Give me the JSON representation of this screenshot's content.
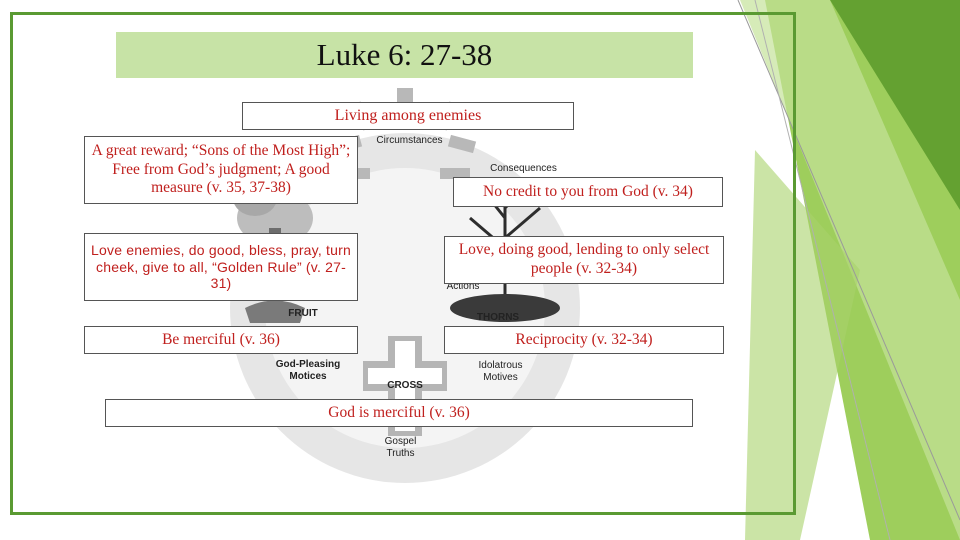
{
  "slide": {
    "title": "Luke 6: 27-38",
    "colors": {
      "frame": "#5a9a32",
      "title_bg": "#c7e3a6",
      "box_text": "#c0201e",
      "accent_green": "#7cb342"
    }
  },
  "boxes": {
    "top": "Living among enemies",
    "reward": "A great reward; “Sons of the Most High”; Free from God’s judgment; A good measure (v. 35, 37-38)",
    "no_credit": "No credit to you from God (v. 34)",
    "love_enemies": "Love enemies, do good, bless, pray, turn cheek, give to all, “Golden Rule” (v. 27-31)",
    "love_select": "Love, doing good, lending to only select people (v. 32-34)",
    "be_merciful": "Be merciful (v. 36)",
    "reciprocity": "Reciprocity (v. 32-34)",
    "god_merciful": "God is merciful (v. 36)"
  },
  "diagram_labels": {
    "circumstances": "Circumstances",
    "consequences": "Consequences",
    "fruit": "FRUIT",
    "thorns": "THORNS",
    "cross": "CROSS",
    "god_pleasing": "God-Pleasing Motices",
    "idolatrous": "Idolatrous Motives",
    "gospel": "Gospel Truths",
    "actions": "Actions"
  }
}
